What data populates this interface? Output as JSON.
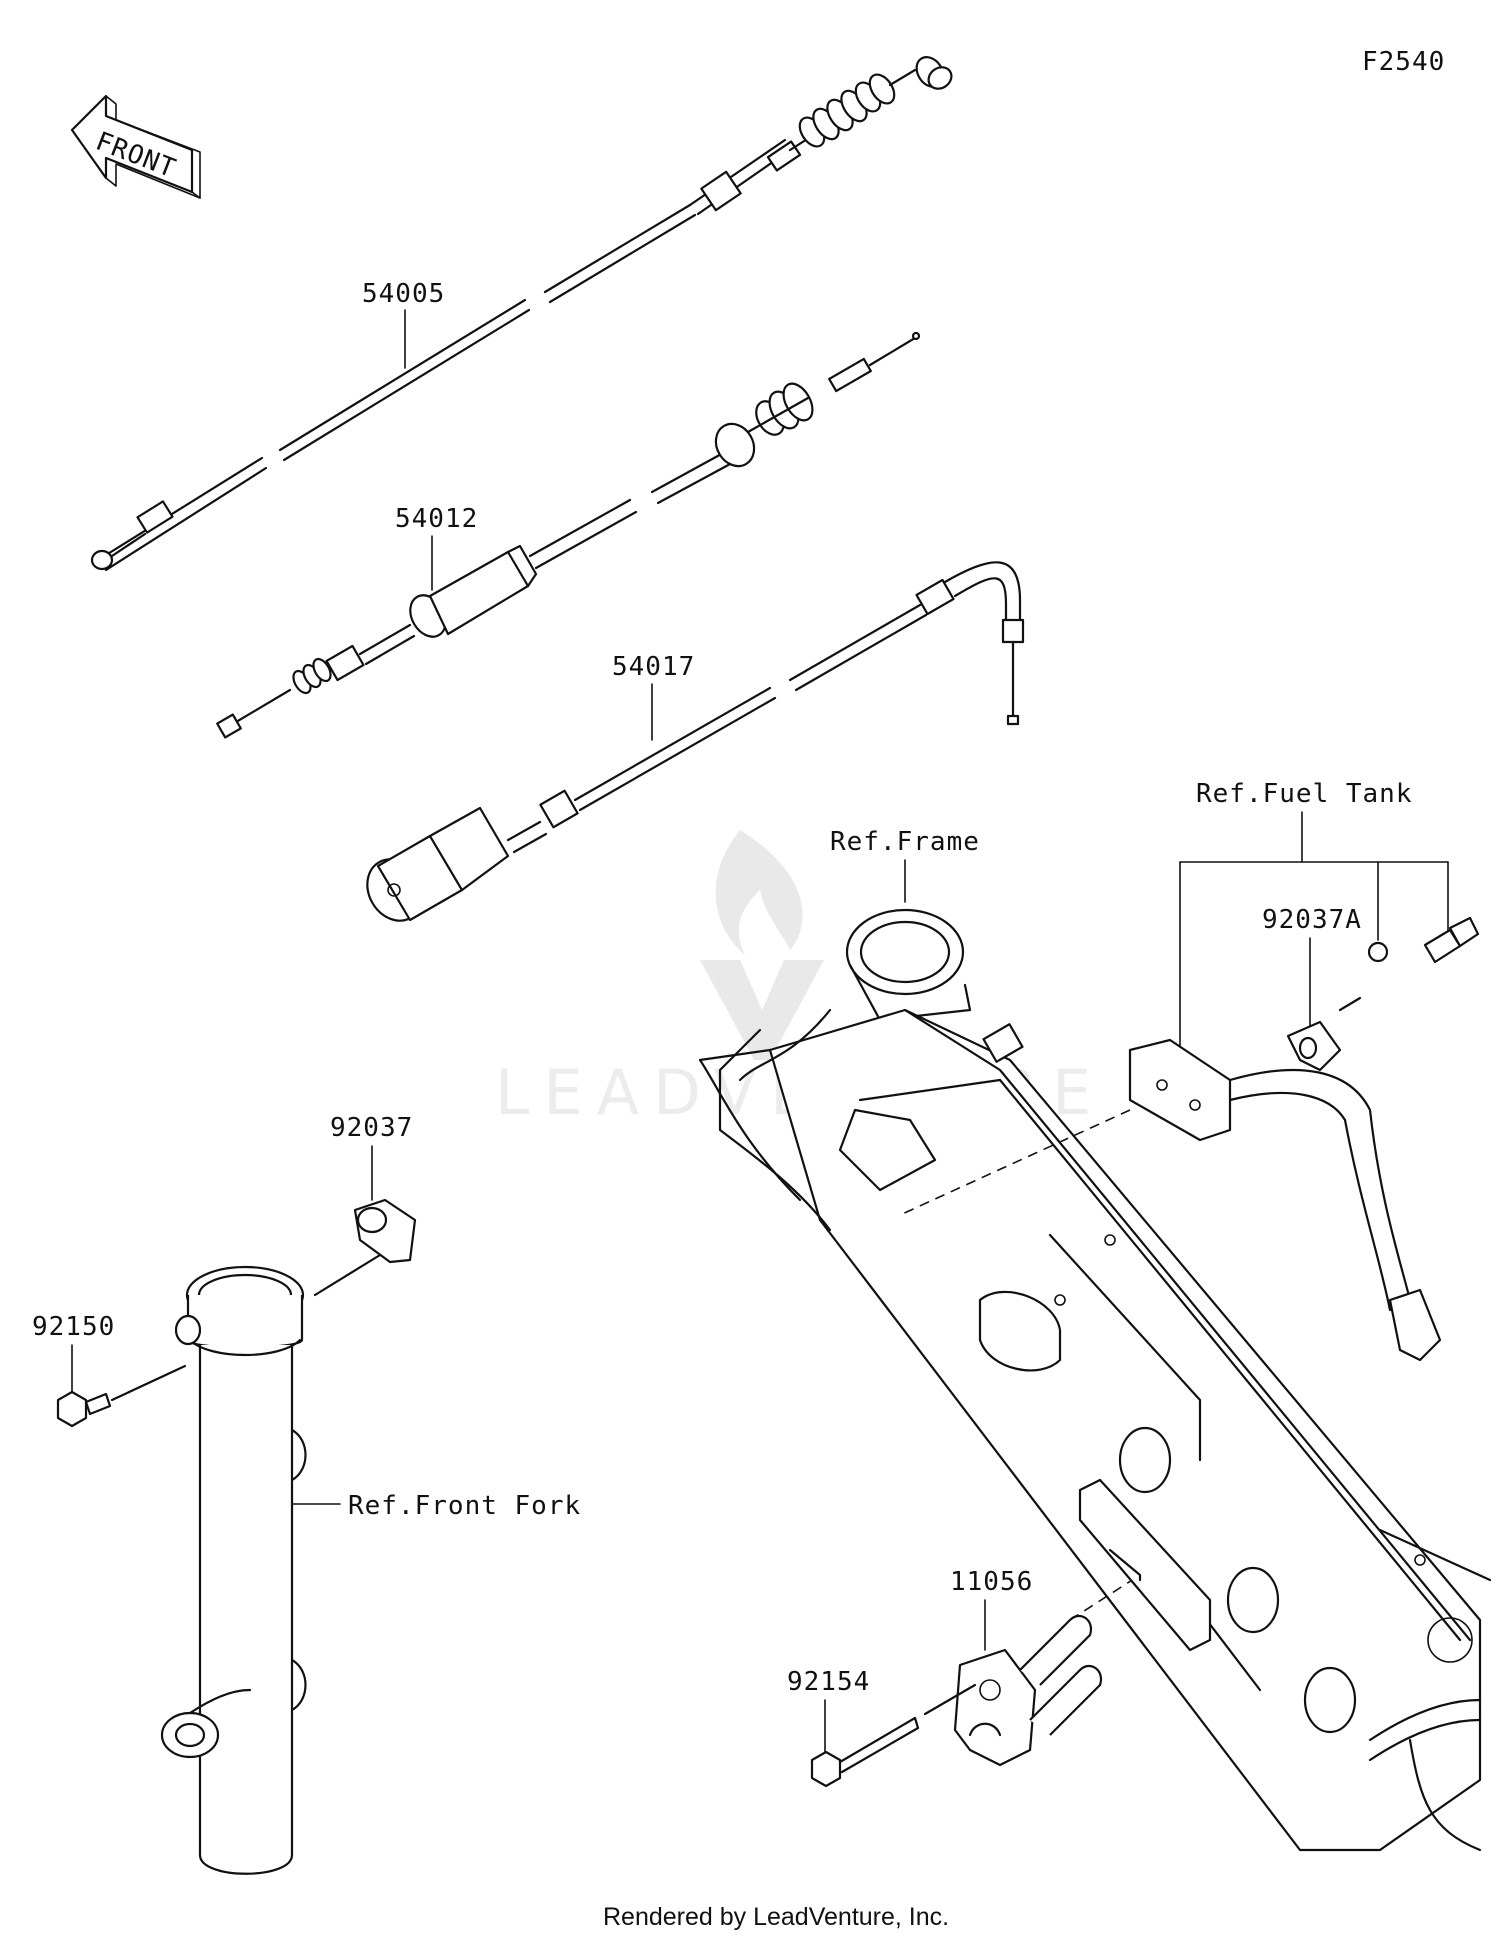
{
  "diagram_code": "F2540",
  "front_arrow": {
    "text": "FRONT",
    "icon": "front-direction-arrow-icon"
  },
  "parts": {
    "p54005": "54005",
    "p54012": "54012",
    "p54017": "54017",
    "p92037": "92037",
    "p92037A": "92037A",
    "p92150": "92150",
    "p92154": "92154",
    "p11056": "11056"
  },
  "references": {
    "frame": "Ref.Frame",
    "fuel_tank": "Ref.Fuel Tank",
    "front_fork": "Ref.Front Fork"
  },
  "watermark": {
    "text": "LEADVENTURE",
    "icon": "leadventure-flame-logo-icon"
  },
  "footer": "Rendered by LeadVenture, Inc."
}
